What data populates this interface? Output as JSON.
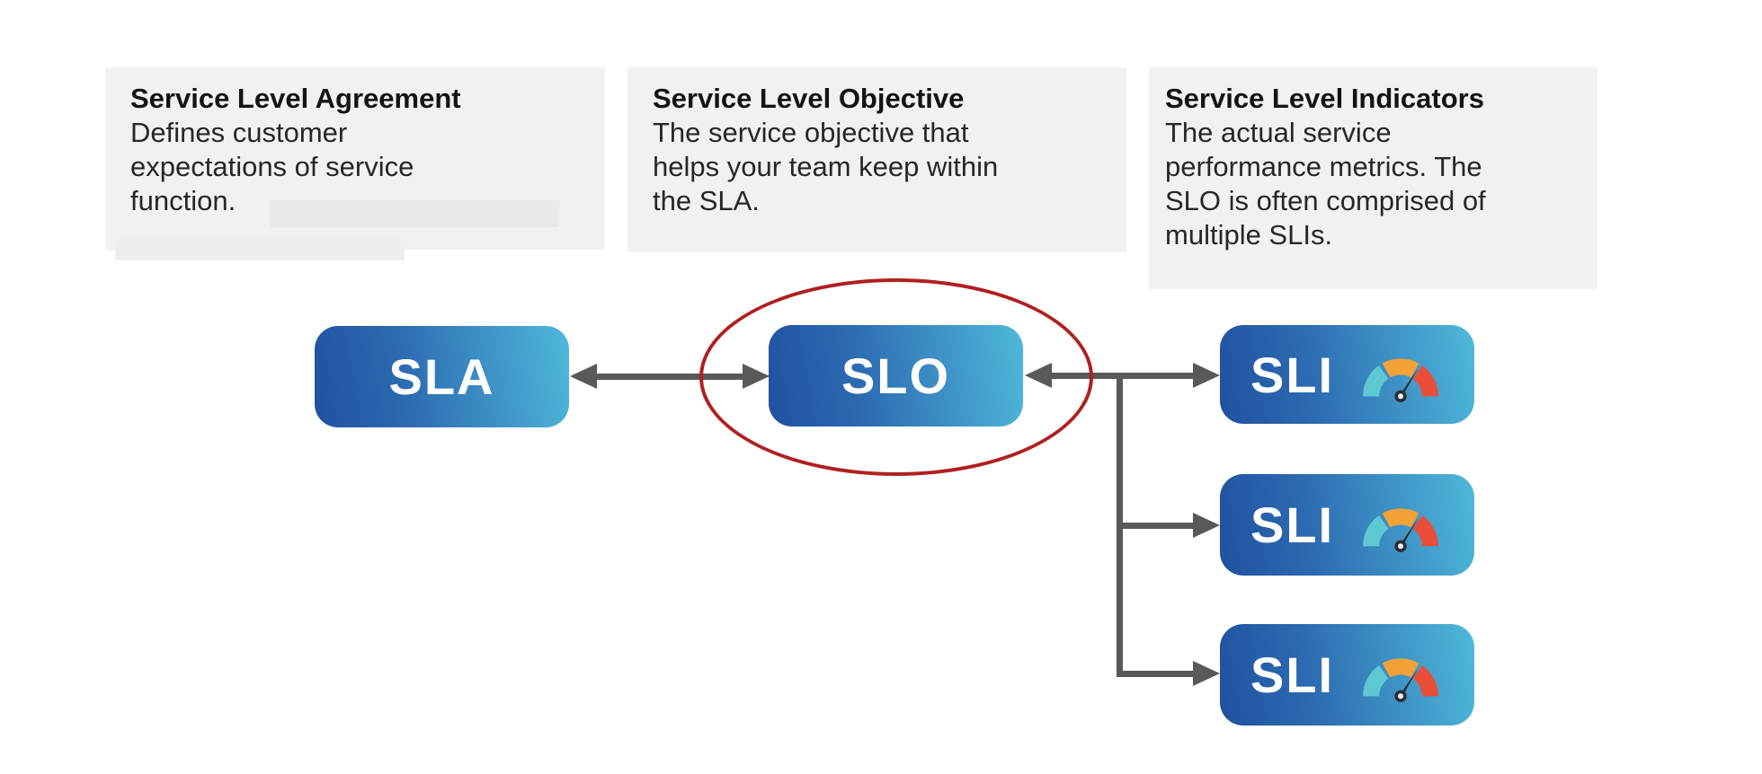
{
  "diagram": {
    "definitions": [
      {
        "id": "sla",
        "title": "Service Level Agreement",
        "description": "Defines customer\nexpectations of service\nfunction."
      },
      {
        "id": "slo",
        "title": "Service Level Objective",
        "description": "The service objective that\nhelps your team keep within\nthe SLA."
      },
      {
        "id": "sli",
        "title": "Service Level Indicators",
        "description": "The actual service\nperformance metrics. The\nSLO is often comprised of\nmultiple SLIs."
      }
    ],
    "nodes": {
      "sla_label": "SLA",
      "slo_label": "SLO",
      "sli_label": "SLI"
    },
    "colors": {
      "node_gradient_start": "#21519f",
      "node_gradient_end": "#4fb9da",
      "connector": "#595959",
      "highlight_ellipse": "#b02020",
      "info_card_bg": "#f1f1f1",
      "gauge_low": "#5fc9d3",
      "gauge_mid": "#f4a236",
      "gauge_high": "#e94f38",
      "gauge_needle": "#2b2d30"
    }
  }
}
